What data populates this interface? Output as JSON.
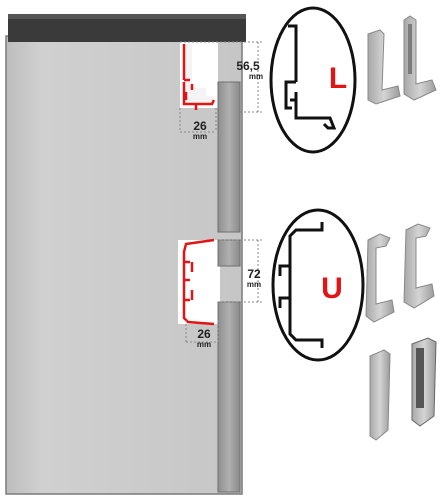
{
  "dimensions": {
    "top_height_value": "56,5",
    "top_height_unit": "mm",
    "top_width_value": "26",
    "top_width_unit": "mm",
    "mid_height_value": "72",
    "mid_height_unit": "mm",
    "bottom_width_value": "26",
    "bottom_width_unit": "mm"
  },
  "profiles": {
    "l_label": "L",
    "u_label": "U"
  },
  "colors": {
    "accent_red": "#e11515",
    "panel_gray": "#c9c9c9",
    "top_bar": "#3a3a3a",
    "strip_gray": "#9a9a9a"
  }
}
